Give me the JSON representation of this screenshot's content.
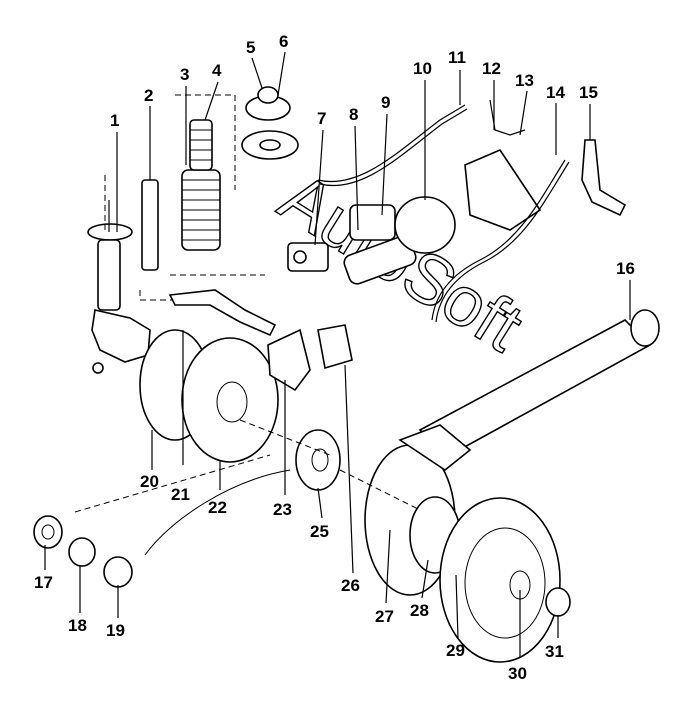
{
  "watermark": "AutoSoft",
  "callouts": [
    "1",
    "2",
    "3",
    "4",
    "5",
    "6",
    "7",
    "8",
    "9",
    "10",
    "11",
    "12",
    "13",
    "14",
    "15",
    "16",
    "17",
    "18",
    "19",
    "20",
    "21",
    "22",
    "23",
    "25",
    "26",
    "27",
    "28",
    "29",
    "30",
    "31"
  ]
}
